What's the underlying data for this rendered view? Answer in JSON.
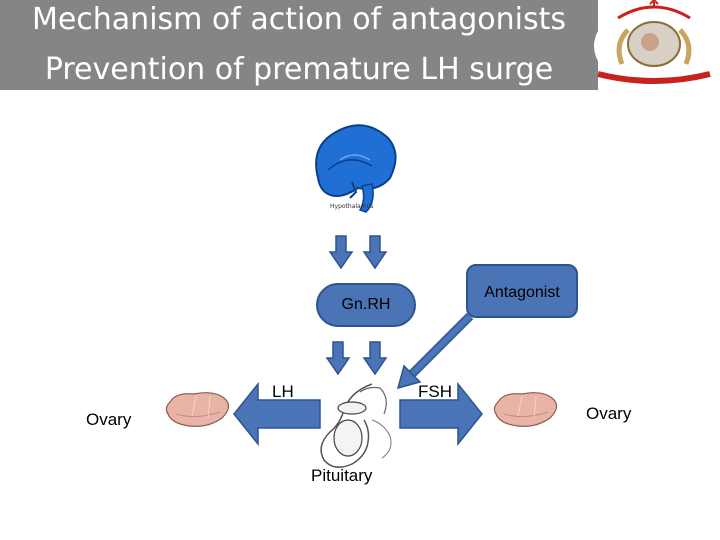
{
  "header": {
    "title_line1": "Mechanism of action of antagonists",
    "title_line2": "Prevention of premature LH surge"
  },
  "diagram": {
    "brain_caption": "Hypothalamus",
    "gnrh_label": "Gn.RH",
    "antagonist_label": "Antagonist",
    "lh_label": "LH",
    "fsh_label": "FSH",
    "ovary_left_label": "Ovary",
    "ovary_right_label": "Ovary",
    "pituitary_label": "Pituitary"
  },
  "colors": {
    "header_bg": "#858585",
    "arrow_blue": "#4a74b6",
    "arrow_border": "#2e548f",
    "brain_blue": "#1f6fd4",
    "ovary_pink": "#e8b4a8"
  }
}
